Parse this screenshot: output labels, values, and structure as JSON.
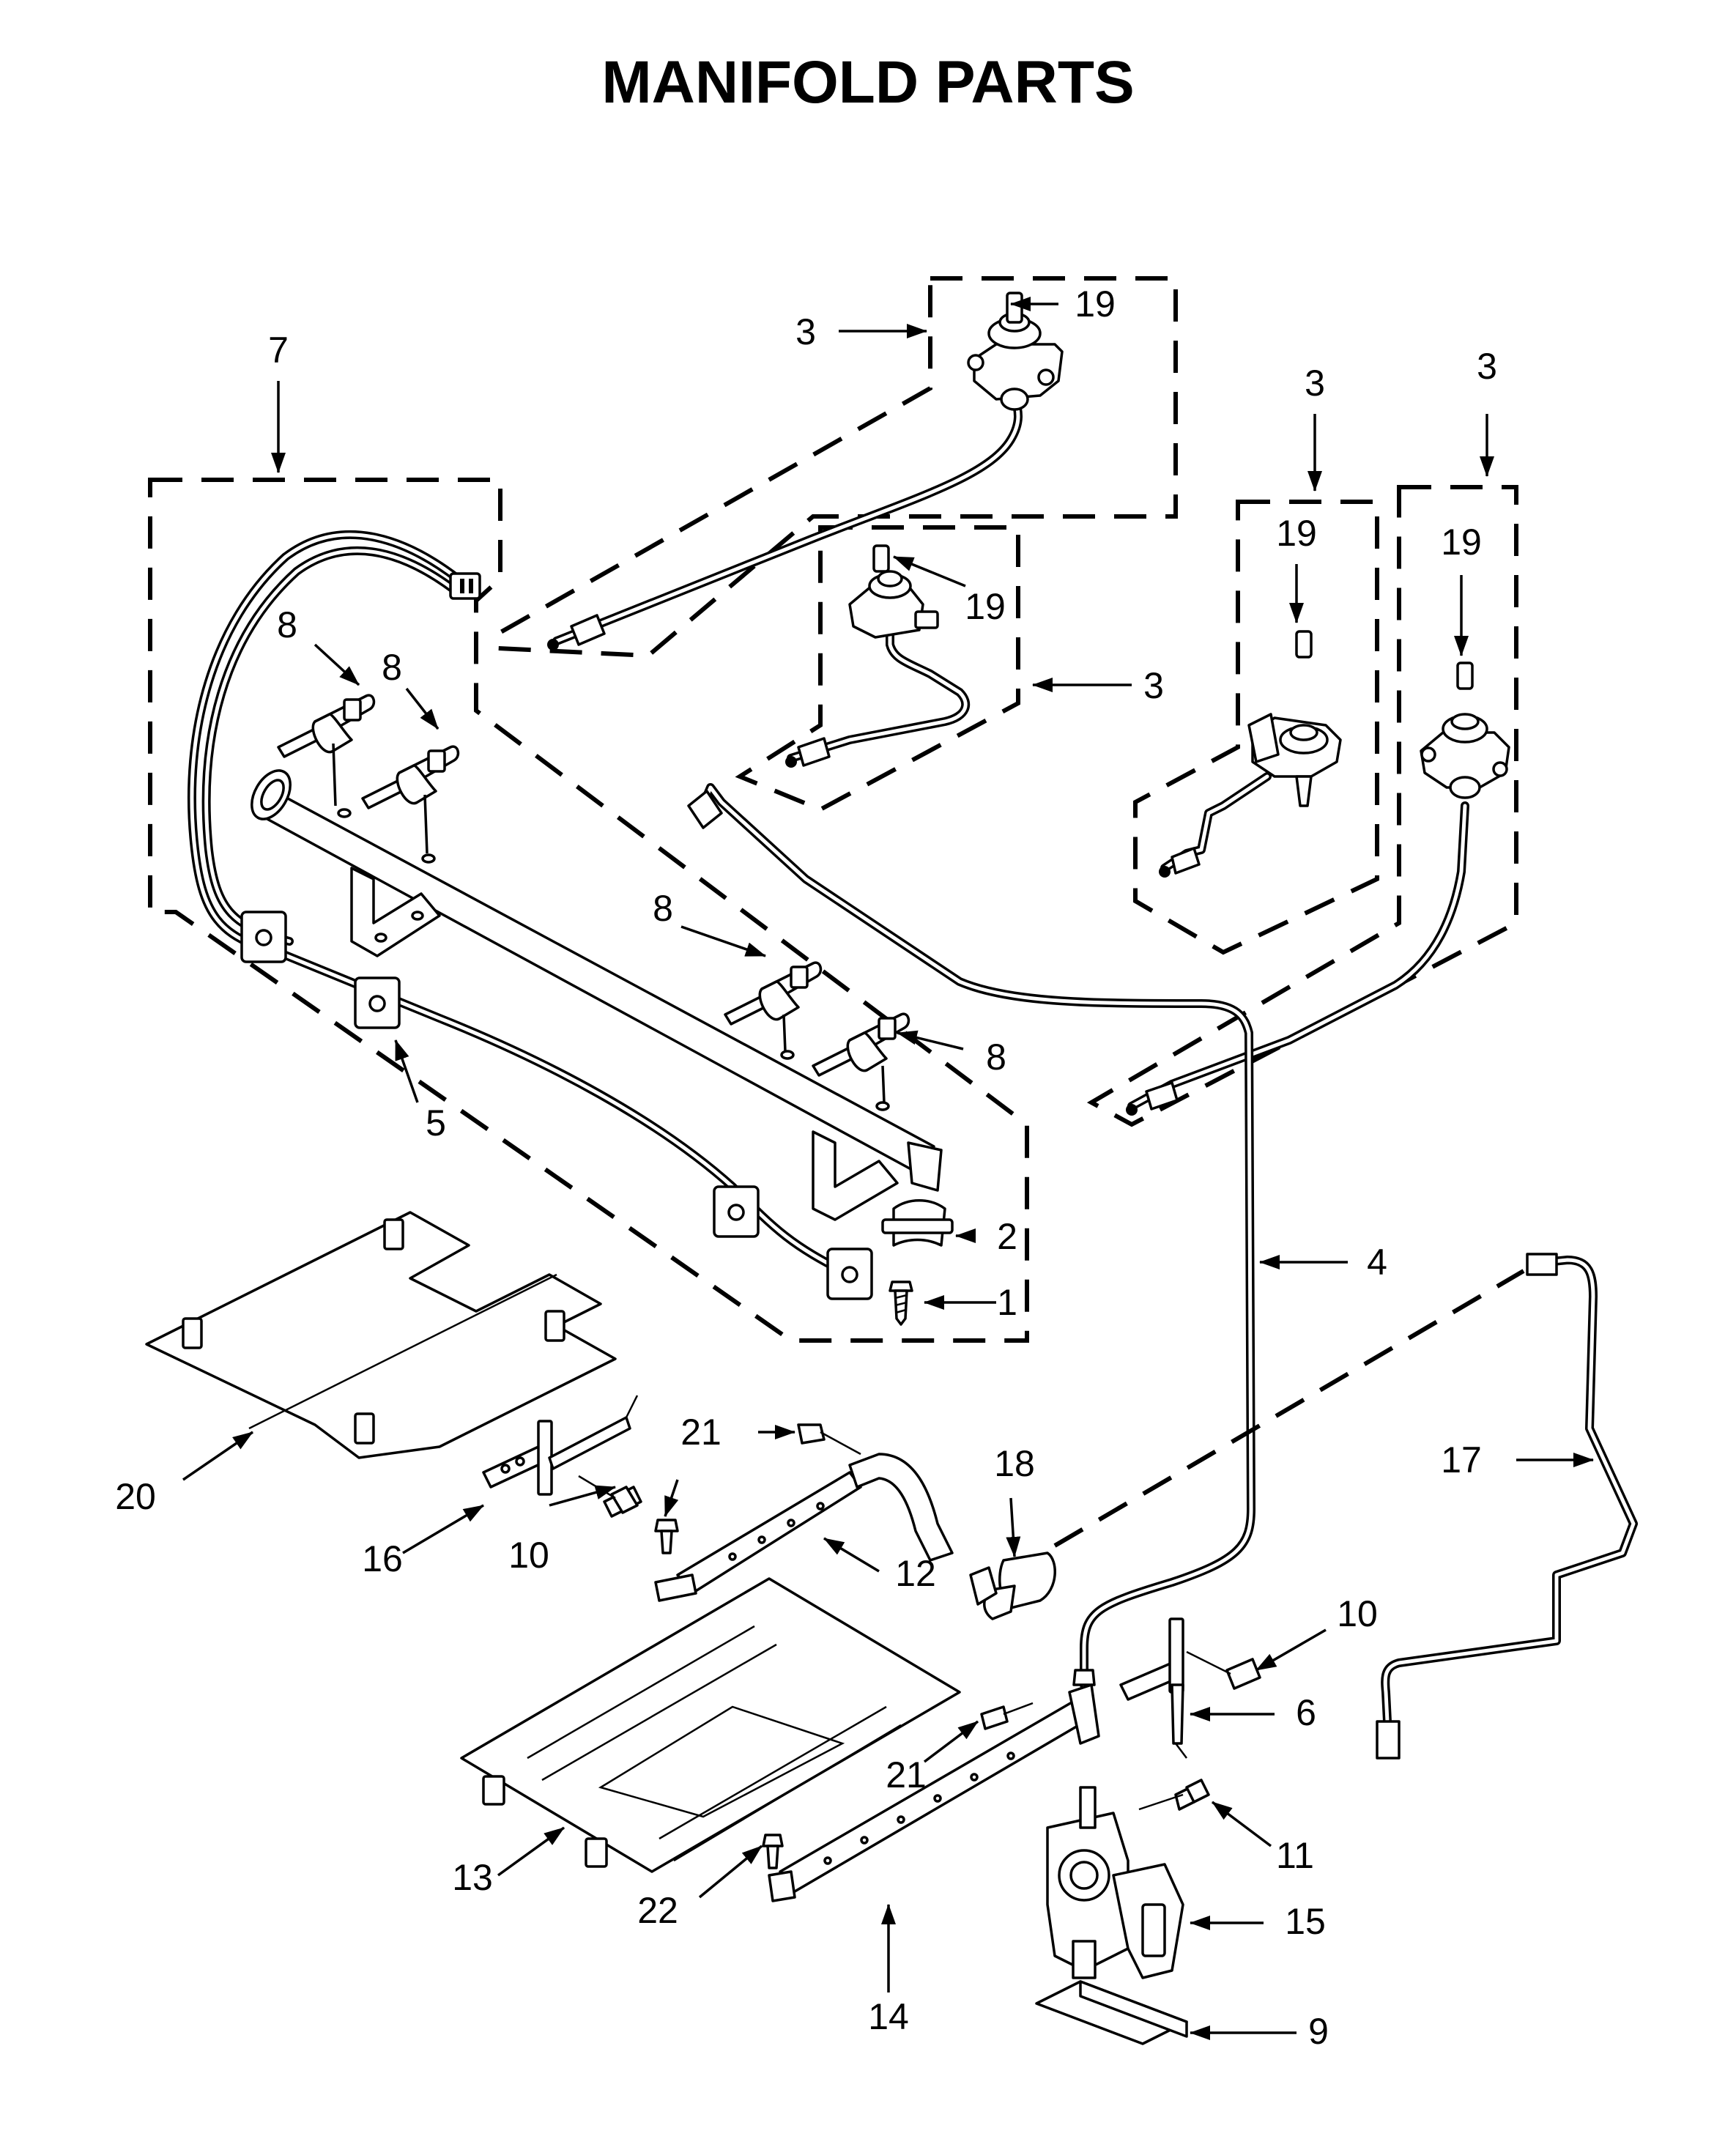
{
  "title": "MANIFOLD PARTS",
  "callouts": [
    {
      "id": "c1",
      "label": "1"
    },
    {
      "id": "c2",
      "label": "2"
    },
    {
      "id": "c3a",
      "label": "3"
    },
    {
      "id": "c3b",
      "label": "3"
    },
    {
      "id": "c3c",
      "label": "3"
    },
    {
      "id": "c3d",
      "label": "3"
    },
    {
      "id": "c4",
      "label": "4"
    },
    {
      "id": "c5",
      "label": "5"
    },
    {
      "id": "c6",
      "label": "6"
    },
    {
      "id": "c7",
      "label": "7"
    },
    {
      "id": "c8a",
      "label": "8"
    },
    {
      "id": "c8b",
      "label": "8"
    },
    {
      "id": "c8c",
      "label": "8"
    },
    {
      "id": "c8d",
      "label": "8"
    },
    {
      "id": "c9",
      "label": "9"
    },
    {
      "id": "c10a",
      "label": "10"
    },
    {
      "id": "c10b",
      "label": "10"
    },
    {
      "id": "c11",
      "label": "11"
    },
    {
      "id": "c12",
      "label": "12"
    },
    {
      "id": "c13",
      "label": "13"
    },
    {
      "id": "c14",
      "label": "14"
    },
    {
      "id": "c15",
      "label": "15"
    },
    {
      "id": "c16",
      "label": "16"
    },
    {
      "id": "c17",
      "label": "17"
    },
    {
      "id": "c18",
      "label": "18"
    },
    {
      "id": "c19a",
      "label": "19"
    },
    {
      "id": "c19b",
      "label": "19"
    },
    {
      "id": "c19c",
      "label": "19"
    },
    {
      "id": "c19d",
      "label": "19"
    },
    {
      "id": "c20",
      "label": "20"
    },
    {
      "id": "c21a",
      "label": "21"
    },
    {
      "id": "c21b",
      "label": "21"
    },
    {
      "id": "c22",
      "label": "22"
    }
  ]
}
